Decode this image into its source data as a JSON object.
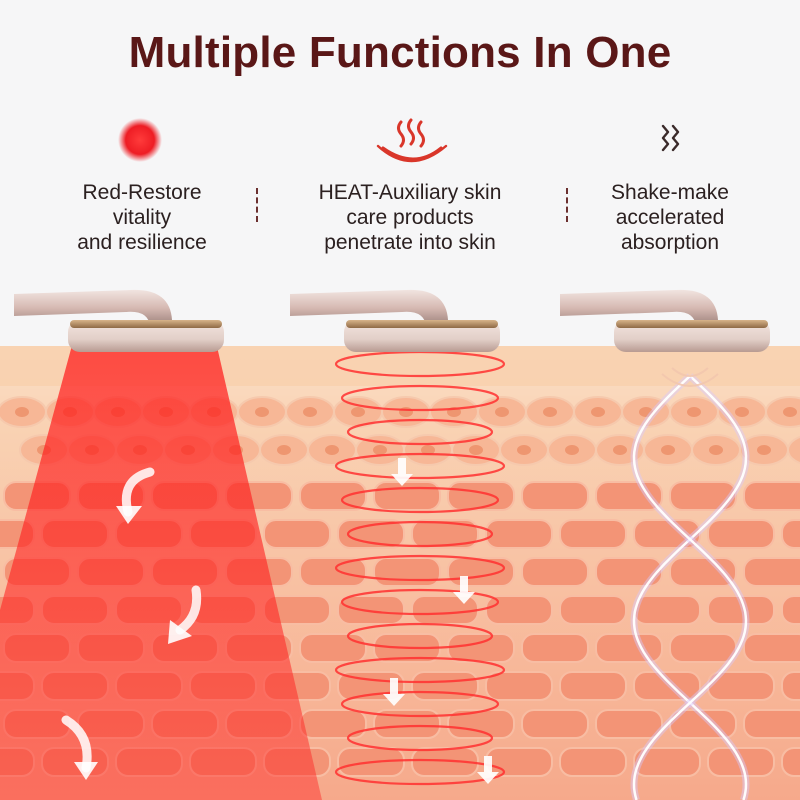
{
  "title": "Multiple Functions In One",
  "features": [
    {
      "icon": "red-light-dot-icon",
      "lines": [
        "Red-Restore",
        "vitality",
        "and resilience"
      ]
    },
    {
      "icon": "heat-waves-icon",
      "lines": [
        "HEAT-Auxiliary skin",
        "care products",
        "penetrate into skin"
      ]
    },
    {
      "icon": "vibration-waves-icon",
      "lines": [
        "Shake-make",
        "accelerated",
        "absorption"
      ]
    }
  ],
  "colors": {
    "title": "#5a1717",
    "red_light": "#e8232a",
    "heat_icon": "#d9362a",
    "skin_surface": "#f8caa5",
    "skin_cells": "#f08a6e",
    "device_body": "#d9c0b8",
    "device_gold": "#c8a27a"
  }
}
